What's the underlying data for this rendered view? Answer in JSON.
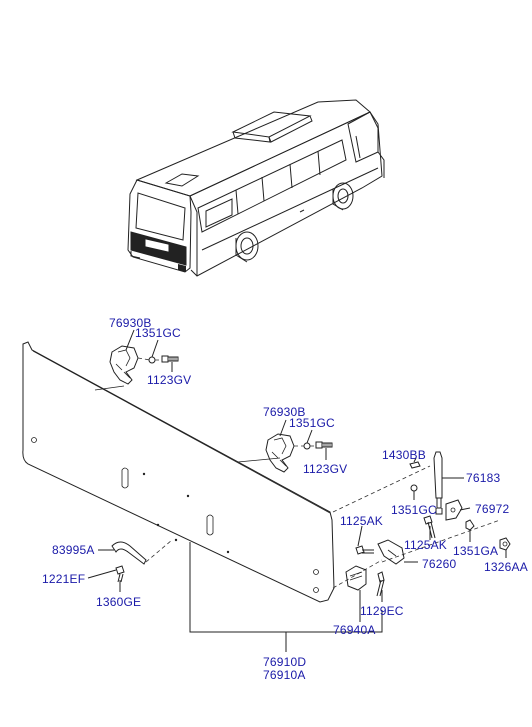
{
  "diagram": {
    "labels": {
      "l_76930B_top": "76930B",
      "l_1351GC_top": "1351GC",
      "l_1123GV_top": "1123GV",
      "l_76930B_mid": "76930B",
      "l_1351GC_mid": "1351GC",
      "l_1123GV_mid": "1123GV",
      "l_1430BB": "1430BB",
      "l_76183": "76183",
      "l_1351GC_right": "1351GC",
      "l_76972": "76972",
      "l_1125AK_a": "1125AK",
      "l_1125AK_b": "1125AK",
      "l_1351GA": "1351GA",
      "l_1326AA": "1326AA",
      "l_83995A": "83995A",
      "l_76260": "76260",
      "l_1221EF": "1221EF",
      "l_1360GE": "1360GE",
      "l_1129EC": "1129EC",
      "l_76940A": "76940A",
      "l_76910D": "76910D",
      "l_76910A": "76910A"
    }
  }
}
